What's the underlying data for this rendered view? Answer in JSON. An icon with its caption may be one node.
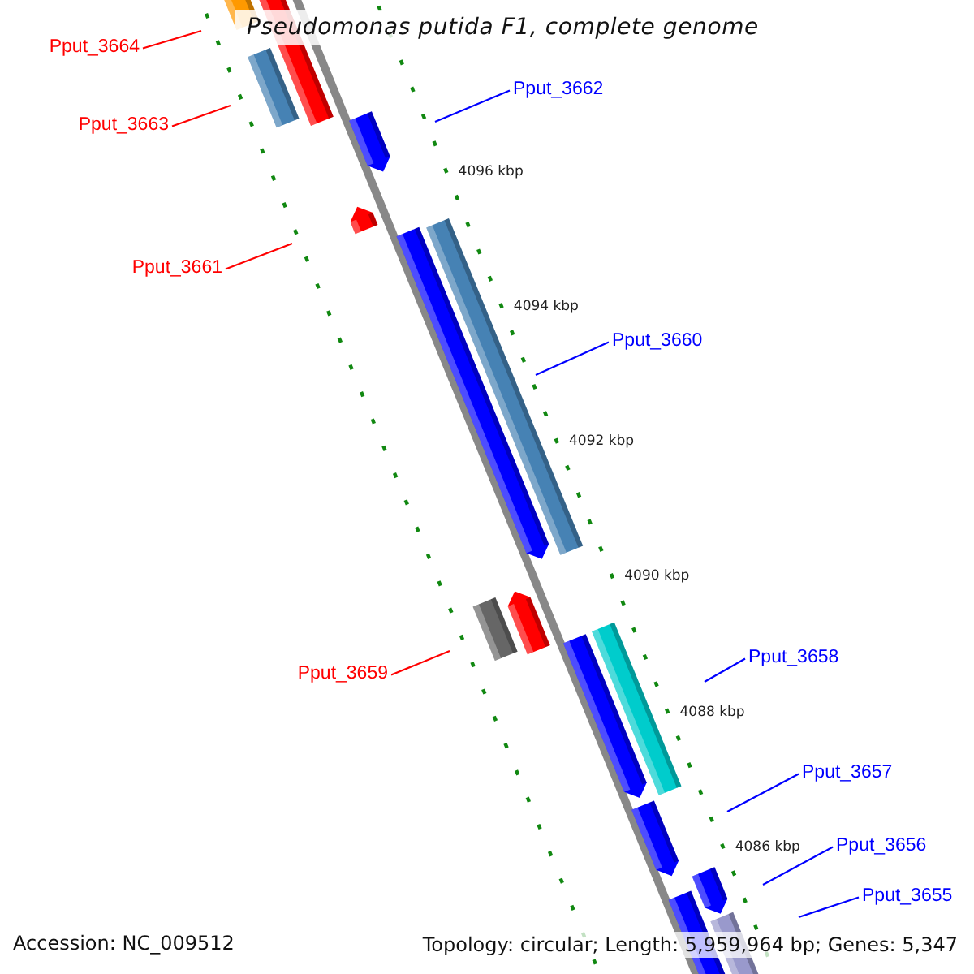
{
  "diagram": {
    "title": "Pseudomonas putida F1, complete genome",
    "nodes": [
      {
        "text": [
          "Pput_3664"
        ]
      },
      {
        "text": [
          "Pput_3662"
        ]
      },
      {
        "text": [
          "Pput_3663"
        ]
      },
      {
        "text": [
          "Pput_3661"
        ]
      },
      {
        "text": [
          "Pput_3660"
        ]
      },
      {
        "text": [
          "Pput_3659"
        ]
      },
      {
        "text": [
          "Pput_3658"
        ]
      },
      {
        "text": [
          "Pput_3657"
        ]
      },
      {
        "text": [
          "Pput_3656"
        ]
      },
      {
        "text": [
          "Pput_3655"
        ]
      }
    ],
    "edges": [
      {
        "from": 0,
        "to": null,
        "arrow": "none",
        "color": "#ff0000"
      },
      {
        "from": 1,
        "to": null,
        "arrow": "none"
      },
      {
        "from": 2,
        "to": null,
        "arrow": "none",
        "color": "#ff0000"
      },
      {
        "from": 3,
        "to": null,
        "arrow": "none",
        "color": "#ff0000"
      },
      {
        "from": 4,
        "to": null,
        "arrow": "none"
      },
      {
        "from": 5,
        "to": null,
        "arrow": "none",
        "color": "#ff0000"
      },
      {
        "from": 6,
        "to": null,
        "arrow": "none"
      },
      {
        "from": 7,
        "to": null,
        "arrow": "none"
      },
      {
        "from": 8,
        "to": null,
        "arrow": "none"
      },
      {
        "from": 9,
        "to": null,
        "arrow": "none"
      }
    ],
    "labels": [
      "4096 kbp",
      "4094 kbp",
      "4092 kbp",
      "4090 kbp",
      "4088 kbp",
      "4086 kbp",
      "Accession: NC_009512",
      "Topology: circular; Length: 5,959,964 bp; Genes: 5,347"
    ]
  }
}
